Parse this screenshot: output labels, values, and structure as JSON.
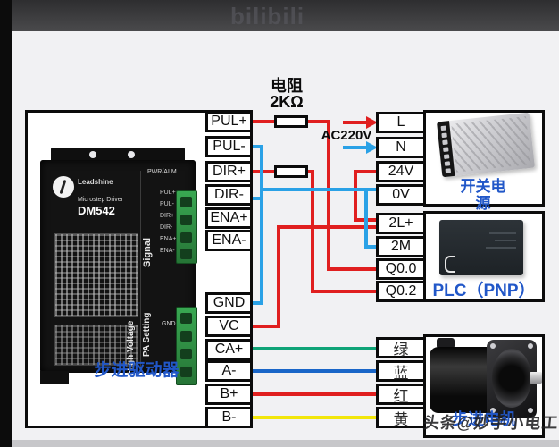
{
  "watermark_top": "bilibili",
  "watermark_bottom": "头条@妙手小电工",
  "annotations": {
    "resistor_name": "电阻",
    "resistor_value": "2KΩ",
    "mains": "AC220V"
  },
  "driver": {
    "caption": "步进驱动器",
    "model": "DM542",
    "type_label": "Microstep Driver",
    "brand": "Leadshine",
    "status_label": "PWR/ALM",
    "section_signal": "Signal",
    "section_pa": "PA Setting",
    "section_hv": "High Voltage",
    "pin_gnd": "GND",
    "pins": [
      "PUL+",
      "PUL-",
      "DIR+",
      "DIR-",
      "ENA+",
      "ENA-"
    ],
    "terminals": [
      "PUL+",
      "PUL-",
      "DIR+",
      "DIR-",
      "ENA+",
      "ENA-",
      "GND",
      "VC",
      "CA+",
      "A-",
      "B+",
      "B-"
    ]
  },
  "power_supply": {
    "caption": "开关电源",
    "terminals": [
      "L",
      "N",
      "24V",
      "0V"
    ]
  },
  "plc": {
    "caption": "PLC（PNP）",
    "terminals": [
      "2L+",
      "2M",
      "Q0.0",
      "Q0.2"
    ]
  },
  "motor": {
    "caption": "步进电机",
    "wire_labels": [
      "绿",
      "蓝",
      "红",
      "黄"
    ]
  },
  "colors": {
    "wire_red": "#e01f1f",
    "wire_signal_blue": "#2aa1e6",
    "wire_green": "#0fa377",
    "wire_motor_blue": "#1a66c8",
    "wire_yellow": "#f2e60a",
    "caption_blue": "#2157c8"
  }
}
